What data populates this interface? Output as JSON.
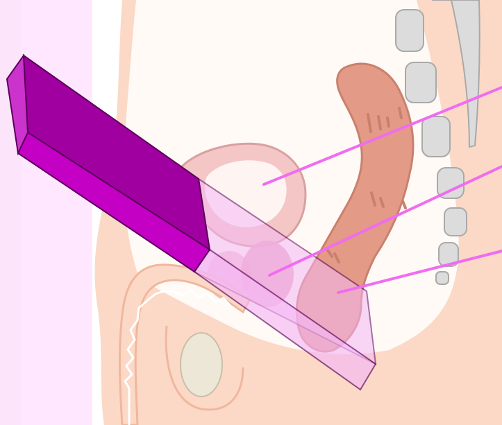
{
  "diagram": {
    "colors": {
      "left_panel": "#ffe6ff",
      "background_photo": "#d9d4cf",
      "skin": "#fbd9c6",
      "skin_outline": "#f0b79c",
      "body_fill": "#fffaf6",
      "bone": "#dcdcdc",
      "bone_outline": "#a9a9a9",
      "rectum": "#e39a86",
      "rectum_outline": "#c9806d",
      "bladder": "#f4c6c6",
      "bladder_outline": "#d9a0a0",
      "prostate": "#e9a0bd",
      "testis": "#ece7d6",
      "probe_top": "#a000a0",
      "probe_side": "#c400c4",
      "probe_end": "#cc33cc",
      "probe_outline": "#5a005a",
      "scan_field": "#f5b8f5",
      "pointer_line": "#f06cf0"
    },
    "pointers": [
      {
        "id": "bladder"
      },
      {
        "id": "prostate"
      },
      {
        "id": "rectum"
      }
    ]
  }
}
